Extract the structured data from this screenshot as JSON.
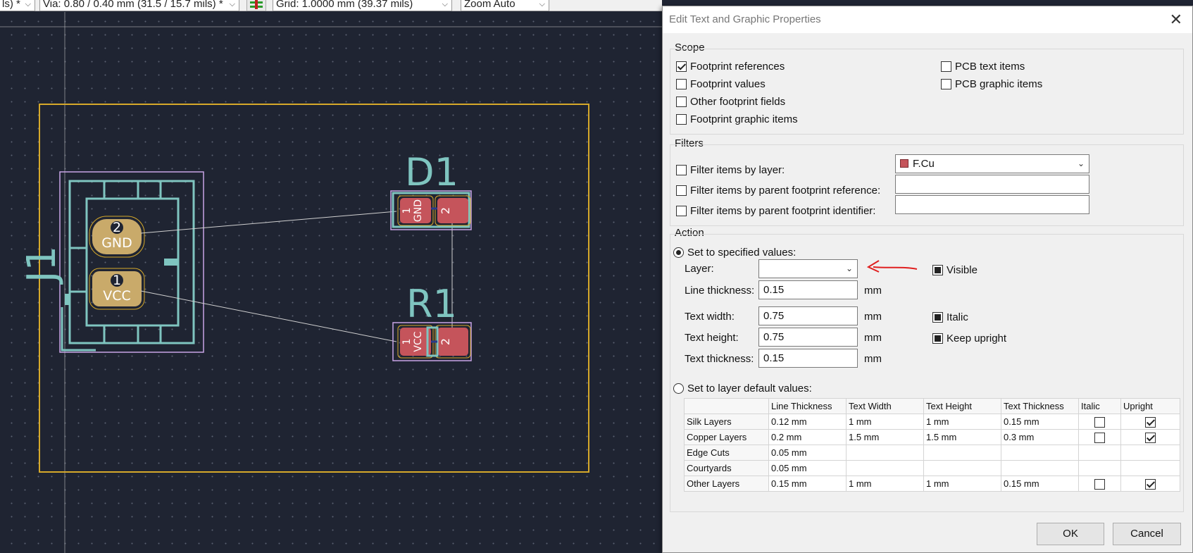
{
  "toolbar": {
    "track_combo": "ls) *",
    "via_combo": "Via: 0.80 / 0.40 mm (31.5 / 15.7 mils) *",
    "grid_combo": "Grid: 1.0000 mm (39.37 mils)",
    "zoom_combo": "Zoom Auto"
  },
  "pcb": {
    "j1_ref": "J1",
    "d1_ref": "D1",
    "r1_ref": "R1",
    "j1_pad2_num": "2",
    "j1_pad2_net": "GND",
    "j1_pad1_num": "1",
    "j1_pad1_net": "VCC",
    "d1_pad1_num": "1",
    "d1_pad1_net": "GND",
    "d1_pad2_num": "2",
    "r1_pad1_num": "1",
    "r1_pad1_net": "VCC",
    "r1_pad2_num": "2"
  },
  "dialog": {
    "title": "Edit Text and Graphic Properties",
    "scope": {
      "title": "Scope",
      "footprint_references": "Footprint references",
      "footprint_values": "Footprint values",
      "other_footprint_fields": "Other footprint fields",
      "footprint_graphic_items": "Footprint graphic items",
      "pcb_text_items": "PCB text items",
      "pcb_graphic_items": "PCB graphic items"
    },
    "filters": {
      "title": "Filters",
      "by_layer": "Filter items by layer:",
      "by_layer_value": "F.Cu",
      "by_parent_ref": "Filter items by parent footprint reference:",
      "by_parent_id": "Filter items by parent footprint identifier:"
    },
    "action": {
      "title": "Action",
      "set_specified": "Set to specified values:",
      "layer_label": "Layer:",
      "visible": "Visible",
      "line_thickness_label": "Line thickness:",
      "line_thickness": "0.15",
      "text_width_label": "Text width:",
      "text_width": "0.75",
      "text_height_label": "Text height:",
      "text_height": "0.75",
      "text_thickness_label": "Text thickness:",
      "text_thickness": "0.15",
      "unit": "mm",
      "italic": "Italic",
      "keep_upright": "Keep upright",
      "set_defaults": "Set to layer default values:"
    },
    "table": {
      "headers": [
        "",
        "Line Thickness",
        "Text Width",
        "Text Height",
        "Text Thickness",
        "Italic",
        "Upright"
      ],
      "rows": [
        {
          "name": "Silk Layers",
          "line": "0.12 mm",
          "width": "1 mm",
          "height": "1 mm",
          "thick": "0.15 mm",
          "italic": false,
          "upright": true,
          "has_cb": true
        },
        {
          "name": "Copper Layers",
          "line": "0.2 mm",
          "width": "1.5 mm",
          "height": "1.5 mm",
          "thick": "0.3 mm",
          "italic": false,
          "upright": true,
          "has_cb": true
        },
        {
          "name": "Edge Cuts",
          "line": "0.05 mm",
          "width": "",
          "height": "",
          "thick": "",
          "has_cb": false
        },
        {
          "name": "Courtyards",
          "line": "0.05 mm",
          "width": "",
          "height": "",
          "thick": "",
          "has_cb": false
        },
        {
          "name": "Other Layers",
          "line": "0.15 mm",
          "width": "1 mm",
          "height": "1 mm",
          "thick": "0.15 mm",
          "italic": false,
          "upright": true,
          "has_cb": true
        }
      ]
    },
    "ok": "OK",
    "cancel": "Cancel"
  },
  "colors": {
    "board_edge": "#d6a92a",
    "silk": "#7fc5c0",
    "pad": "#c5545b",
    "courtyard": "#c9a4e6",
    "annotation_arrow": "#e02020"
  }
}
